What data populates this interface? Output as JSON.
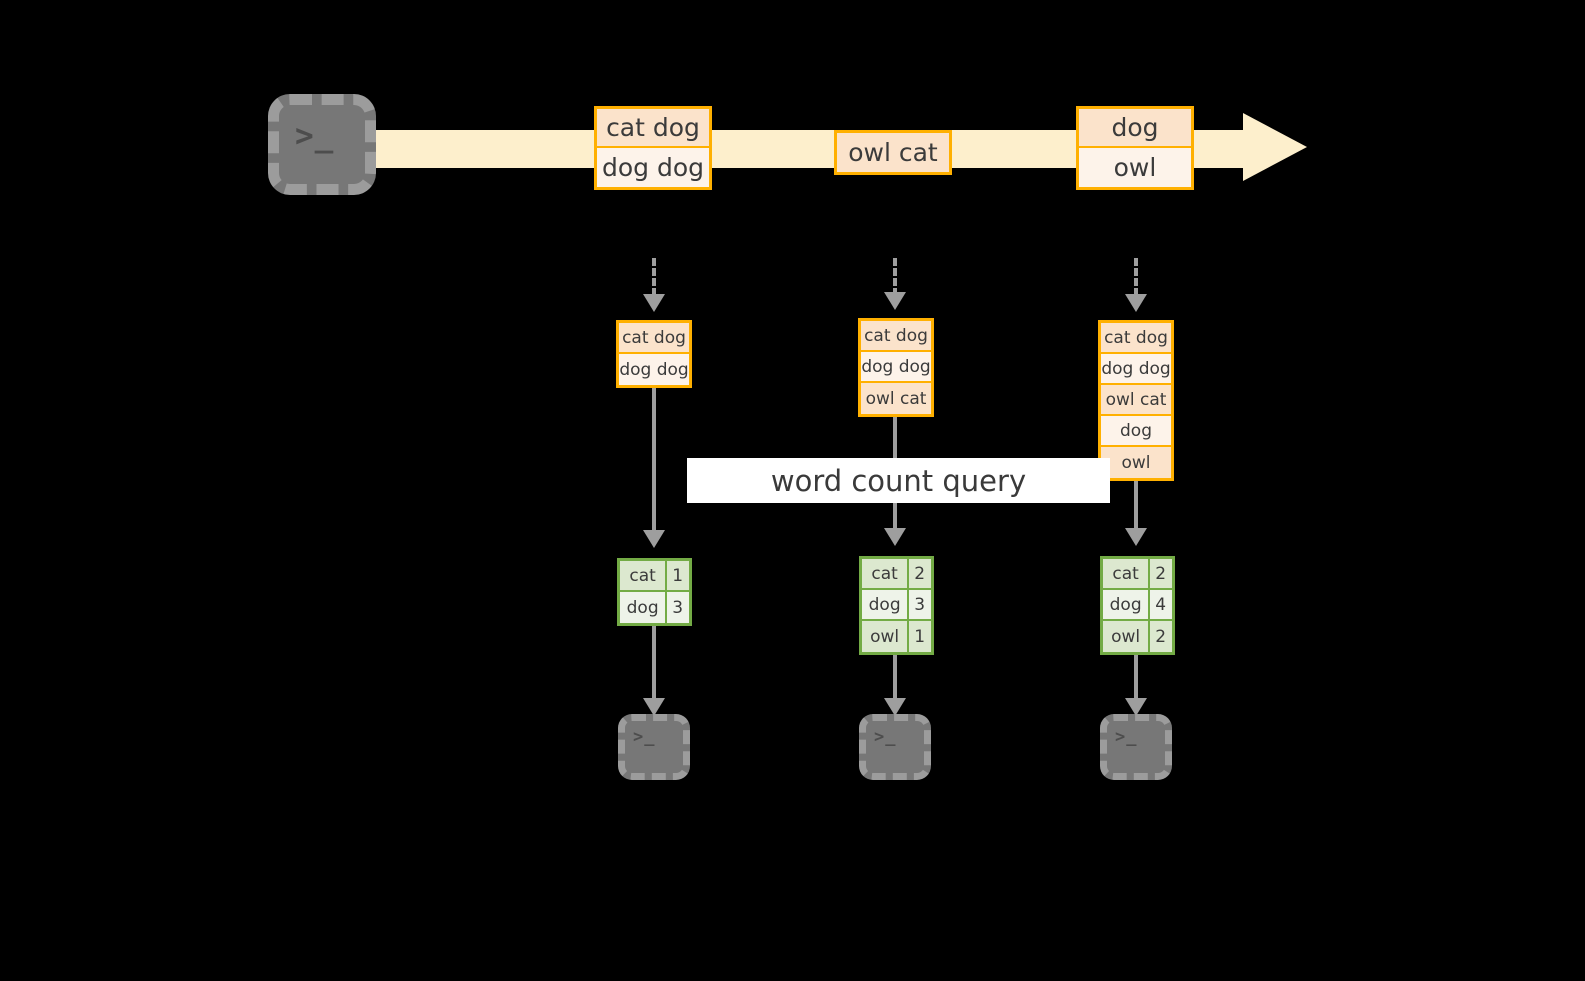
{
  "diagram": {
    "query_label": "word count query",
    "colors": {
      "stream_band": "#fdefcc",
      "record_border": "#ffb000",
      "record_fill_a": "#fbe3cb",
      "record_fill_b": "#fdf3ea",
      "result_border": "#73ab45",
      "result_fill_a": "#dce8cf",
      "result_fill_b": "#eef3e9",
      "connector": "#9e9e9e",
      "terminal_fill": "#777777",
      "background": "#000000"
    },
    "source_terminal": {
      "icon": "terminal-prompt-icon",
      "glyph": ">_"
    },
    "stream_records": [
      {
        "name": "record-cat-dog-dog-dog",
        "lines": [
          "cat dog",
          "dog dog"
        ]
      },
      {
        "name": "record-owl-cat",
        "lines": [
          "owl cat"
        ]
      },
      {
        "name": "record-dog-owl",
        "lines": [
          "dog",
          "owl"
        ]
      }
    ],
    "columns": [
      {
        "batch": [
          "cat dog",
          "dog dog"
        ],
        "result": [
          {
            "word": "cat",
            "count": "1"
          },
          {
            "word": "dog",
            "count": "3"
          }
        ],
        "sink_glyph": ">_"
      },
      {
        "batch": [
          "cat dog",
          "dog dog",
          "owl cat"
        ],
        "result": [
          {
            "word": "cat",
            "count": "2"
          },
          {
            "word": "dog",
            "count": "3"
          },
          {
            "word": "owl",
            "count": "1"
          }
        ],
        "sink_glyph": ">_"
      },
      {
        "batch": [
          "cat dog",
          "dog dog",
          "owl cat",
          "dog",
          "owl"
        ],
        "result": [
          {
            "word": "cat",
            "count": "2"
          },
          {
            "word": "dog",
            "count": "4"
          },
          {
            "word": "owl",
            "count": "2"
          }
        ],
        "sink_glyph": ">_"
      }
    ]
  }
}
